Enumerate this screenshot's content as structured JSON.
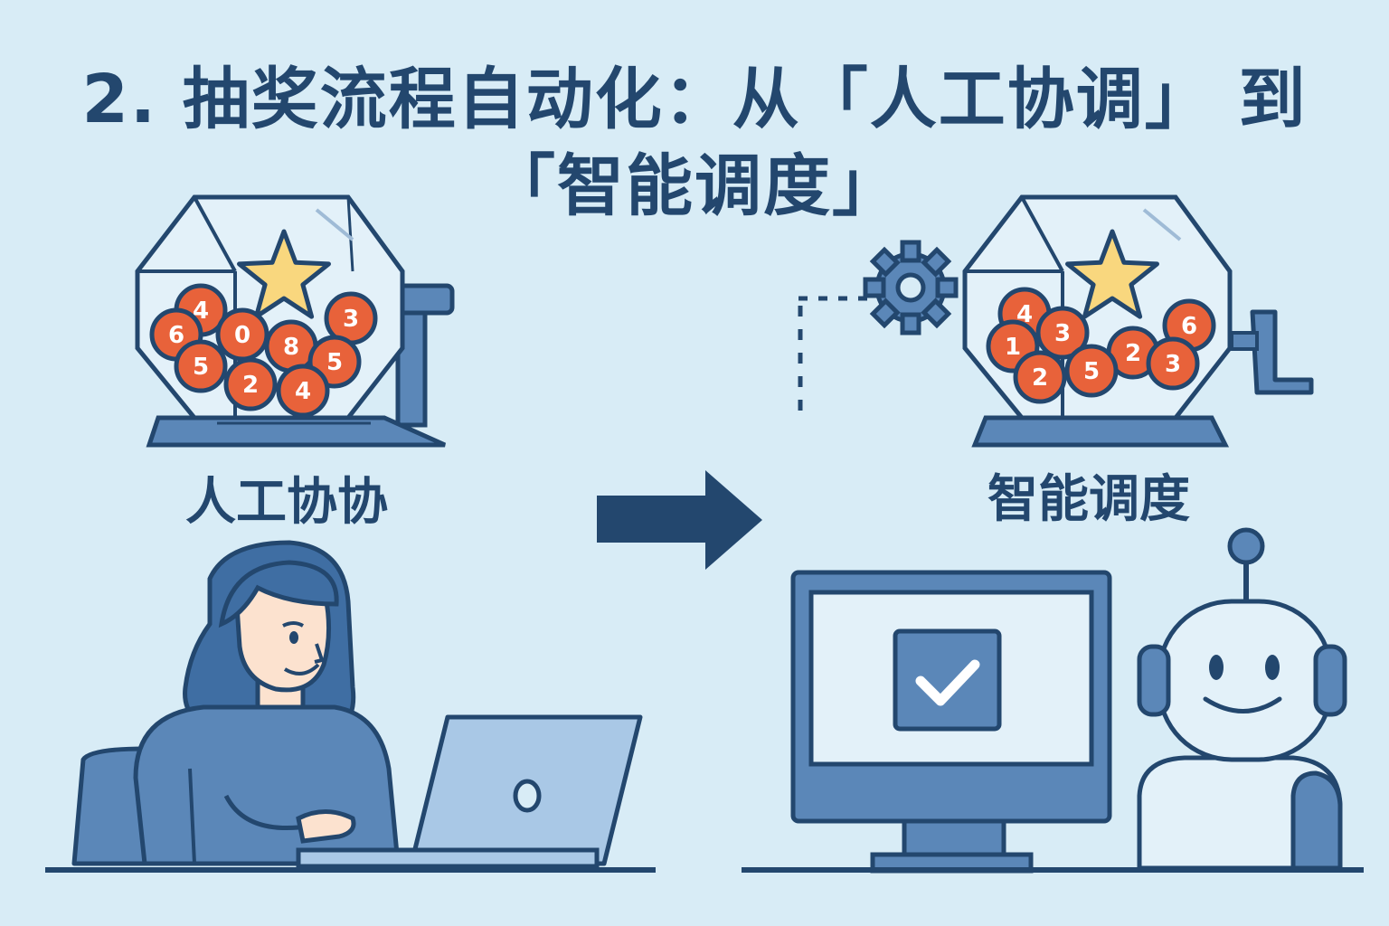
{
  "title": {
    "line1": "2. 抽奖流程自动化：从「人工协调」 到",
    "line2": "「智能调度」"
  },
  "left": {
    "caption": "人工协协",
    "balls": [
      "4",
      "6",
      "0",
      "3",
      "8",
      "5",
      "5",
      "2",
      "4"
    ]
  },
  "right": {
    "caption": "智能调度",
    "balls": [
      "4",
      "1",
      "3",
      "6",
      "2",
      "3",
      "5",
      "2"
    ]
  },
  "colors": {
    "background": "#d8ecf6",
    "ink": "#23476e",
    "ball": "#e8623a",
    "star": "#f9d77e",
    "blue_fill": "#5b87b8",
    "light_fill": "#a9c8e6"
  },
  "icons": [
    "lottery-drum-icon",
    "star-icon",
    "gear-icon",
    "arrow-right-icon",
    "checkmark-icon",
    "robot-icon",
    "laptop-icon",
    "person-icon"
  ]
}
